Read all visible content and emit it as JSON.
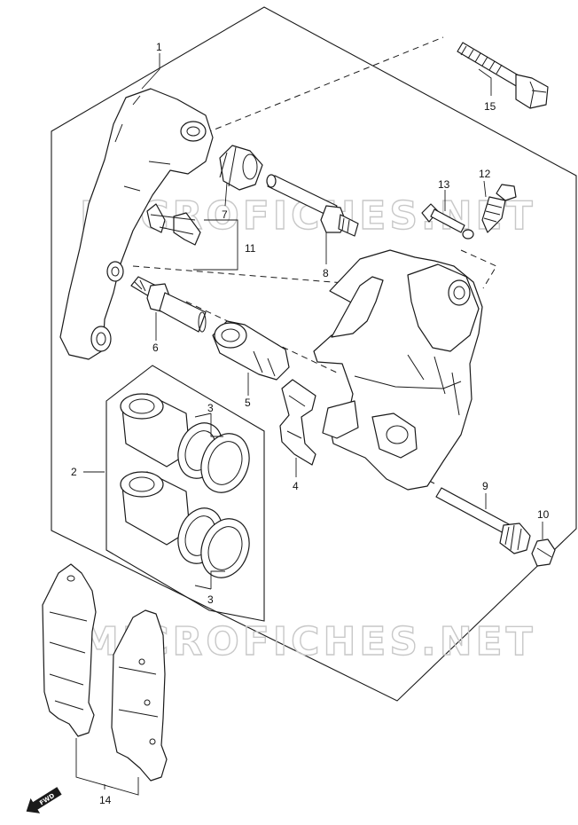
{
  "watermark": "MICROFICHES.NET",
  "fwd_label": "FWD",
  "callouts": {
    "c1": "1",
    "c2": "2",
    "c3a": "3",
    "c3b": "3",
    "c4": "4",
    "c5": "5",
    "c6": "6",
    "c7": "7",
    "c8": "8",
    "c9": "9",
    "c10": "10",
    "c11": "11",
    "c12": "12",
    "c13": "13",
    "c14": "14",
    "c15": "15"
  },
  "colors": {
    "line": "#1a1a1a",
    "watermark": "#c8c8c8",
    "background": "#ffffff"
  },
  "icons": {
    "fwd": "fwd-arrow-icon"
  }
}
